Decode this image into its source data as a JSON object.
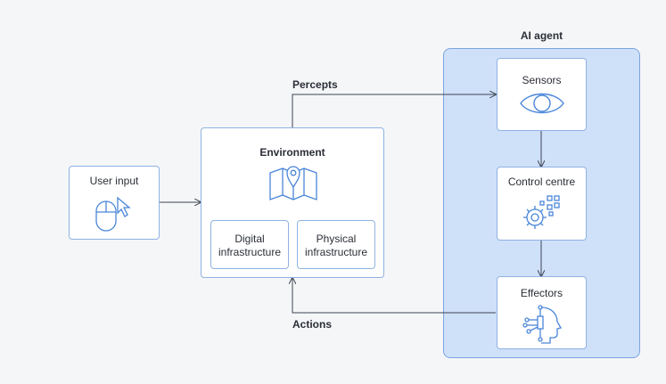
{
  "agent_group": {
    "title": "AI agent"
  },
  "nodes": {
    "user_input": "User input",
    "environment": "Environment",
    "digital": [
      "Digital",
      "infrastructure"
    ],
    "physical": [
      "Physical",
      "infrastructure"
    ],
    "sensors": "Sensors",
    "control": "Control centre",
    "effectors": "Effectors"
  },
  "edges": {
    "percepts": "Percepts",
    "actions": "Actions"
  },
  "colors": {
    "background": "#f5f6f8",
    "agent_fill": "#cfe0f9",
    "agent_border": "#7aa6e0",
    "box_border": "#8fb2e3",
    "icon_stroke": "#4a86d9",
    "connector": "#3c4452"
  },
  "icons": {
    "user_input": "mouse-cursor-icon",
    "environment": "map-pin-icon",
    "sensors": "eye-icon",
    "control": "gears-icon",
    "effectors": "robot-head-icon"
  }
}
